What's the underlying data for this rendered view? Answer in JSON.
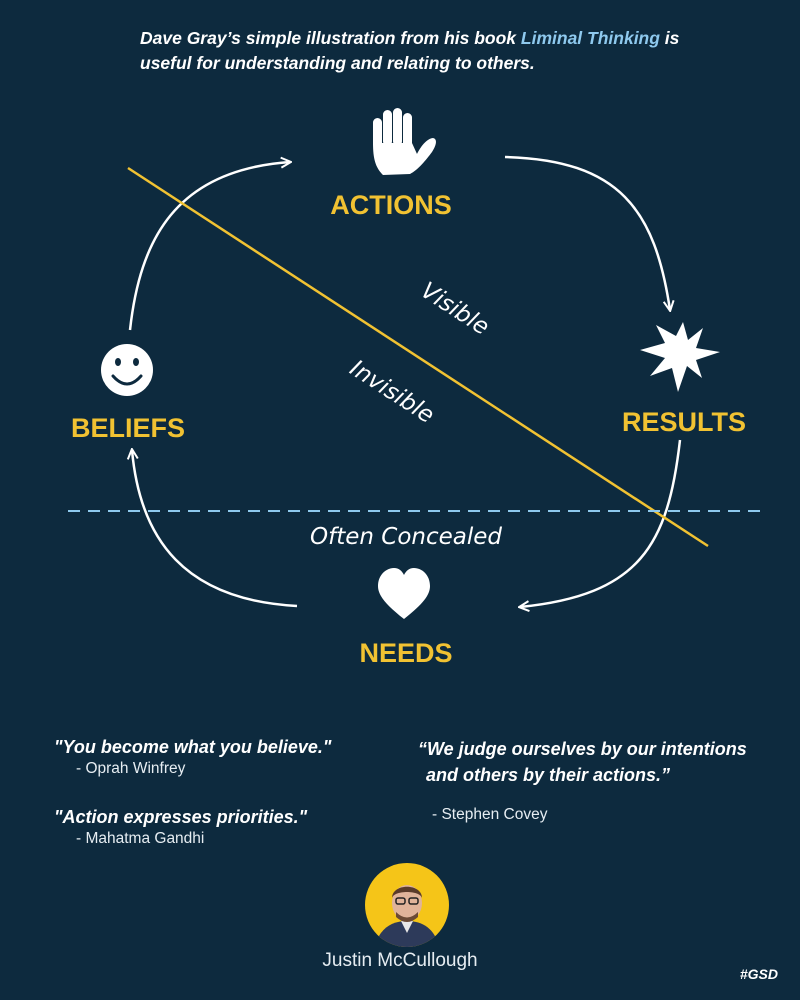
{
  "intro": {
    "before": "Dave Gray’s simple illustration from his book ",
    "book": "Liminal Thinking",
    "after": " is useful for understanding and relating to others."
  },
  "diagram": {
    "actions": "ACTIONS",
    "results": "RESULTS",
    "needs": "NEEDS",
    "beliefs": "BELIEFS",
    "visible": "Visible",
    "invisible": "Invisible",
    "concealed": "Often Concealed"
  },
  "quotes": [
    {
      "text": "\"You become what you believe.\"",
      "author": "- Oprah Winfrey"
    },
    {
      "text": "\"Action expresses priorities.\"",
      "author": "- Mahatma Gandhi"
    },
    {
      "line1": "“We judge ourselves by our intentions",
      "line2": "and others by their actions.”",
      "author": "- Stephen Covey"
    }
  ],
  "author": {
    "name": "Justin McCullough"
  },
  "hashtag": "#GSD",
  "colors": {
    "background": "#0d2a3e",
    "accent": "#f1c232",
    "link": "#8ec9ee",
    "dashed": "#8ec9ee"
  },
  "icons": [
    "hand-icon",
    "starburst-icon",
    "heart-icon",
    "smiley-icon"
  ]
}
